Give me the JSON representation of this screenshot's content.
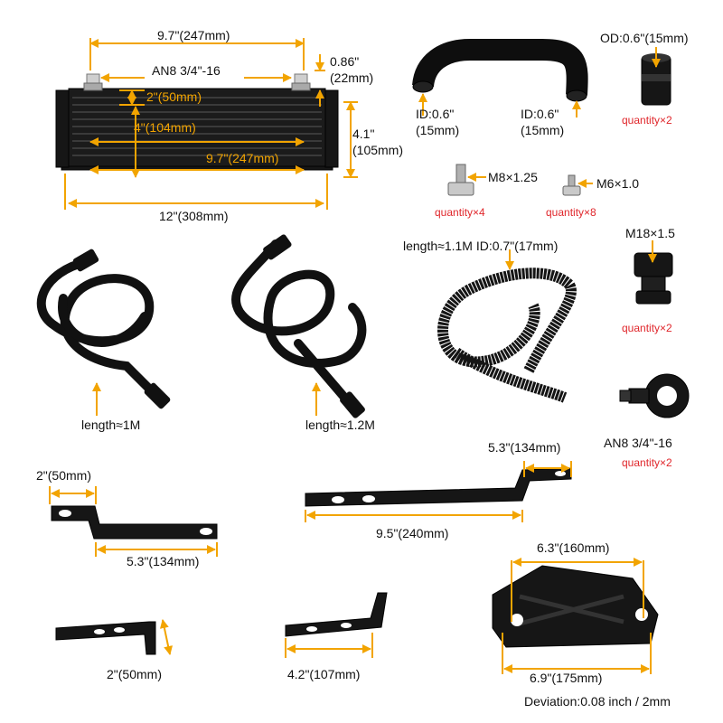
{
  "colors": {
    "dimension": "#f2a400",
    "quantity": "#e0262b",
    "part": "#161616"
  },
  "cooler": {
    "overall_width": "9.7\"(247mm)",
    "fitting_thread": "AN8  3/4\"-16",
    "fitting_height": "0.86\"",
    "fitting_height_mm": "(22mm)",
    "inner_gap": "2\"(50mm)",
    "core_height": "4\"(104mm)",
    "core_width": "9.7\"(247mm)",
    "total_height": "4.1\"",
    "total_height_mm": "(105mm)",
    "total_length": "12\"(308mm)"
  },
  "hose_elbow": {
    "id_left": "ID:0.6\"",
    "id_left_mm": "(15mm)",
    "id_right": "ID:0.6\"",
    "id_right_mm": "(15mm)"
  },
  "coupler": {
    "od": "OD:0.6\"(15mm)",
    "quantity": "quantity×2"
  },
  "bolts": [
    {
      "thread": "M8×1.25",
      "quantity": "quantity×4"
    },
    {
      "thread": "M6×1.0",
      "quantity": "quantity×8"
    }
  ],
  "banjo_bolt": {
    "thread": "M18×1.5",
    "quantity": "quantity×2"
  },
  "banjo_fitting": {
    "thread": "AN8  3/4\"-16",
    "quantity": "quantity×2"
  },
  "hoses": [
    {
      "length": "length≈1M"
    },
    {
      "length": "length≈1.2M"
    },
    {
      "length": "length≈1.1M ID:0.7\"(17mm)"
    }
  ],
  "brackets": {
    "a_width": "2\"(50mm)",
    "a_length": "5.3\"(134mm)",
    "b_top": "5.3\"(134mm)",
    "b_length": "9.5\"(240mm)",
    "c_width": "2\"(50mm)",
    "d_width": "4.2\"(107mm)",
    "plate_top": "6.3\"(160mm)",
    "plate_bottom": "6.9\"(175mm)"
  },
  "footer": "Deviation:0.08 inch / 2mm"
}
